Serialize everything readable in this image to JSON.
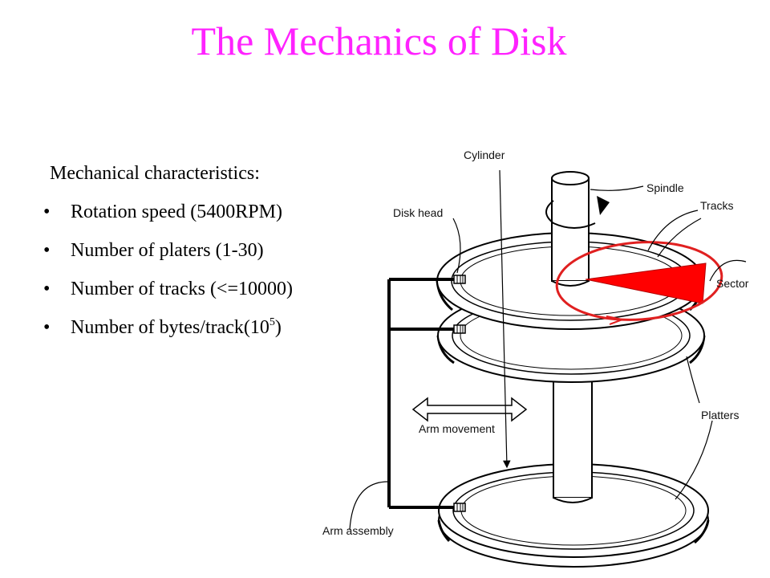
{
  "slide": {
    "title": "The Mechanics of Disk",
    "intro": "Mechanical characteristics:",
    "bullets": [
      {
        "text": "Rotation speed (5400RPM)",
        "sup": ""
      },
      {
        "text": "Number of platers (1-30)",
        "sup": ""
      },
      {
        "text": "Number of tracks (<=10000)",
        "sup": ""
      },
      {
        "text": "Number of bytes/track(10",
        "sup": "5",
        "tail": ")"
      }
    ],
    "bullet_char": "•"
  },
  "diagram": {
    "labels": {
      "cylinder": "Cylinder",
      "spindle": "Spindle",
      "tracks": "Tracks",
      "disk_head": "Disk head",
      "sector": "Sector",
      "platters": "Platters",
      "arm_movement": "Arm movement",
      "arm_assembly": "Arm assembly"
    },
    "colors": {
      "title": "#ff22ff",
      "sector_fill": "#ff0000",
      "highlight_circle": "#e02020",
      "line": "#000000"
    }
  }
}
